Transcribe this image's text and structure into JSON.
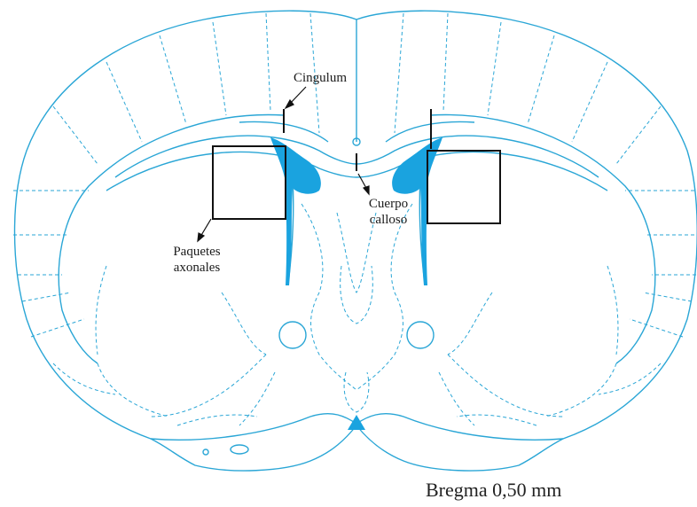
{
  "labels": {
    "cingulum": "Cingulum",
    "cuerpo_calloso_line1": "Cuerpo",
    "cuerpo_calloso_line2": "calloso",
    "paquetes_axonales_line1": "Paquetes",
    "paquetes_axonales_line2": "axonales"
  },
  "caption": "Bregma 0,50 mm",
  "colors": {
    "outline": "#2aa6d6",
    "highlight": "#1aa3df",
    "annotation": "#111111"
  }
}
